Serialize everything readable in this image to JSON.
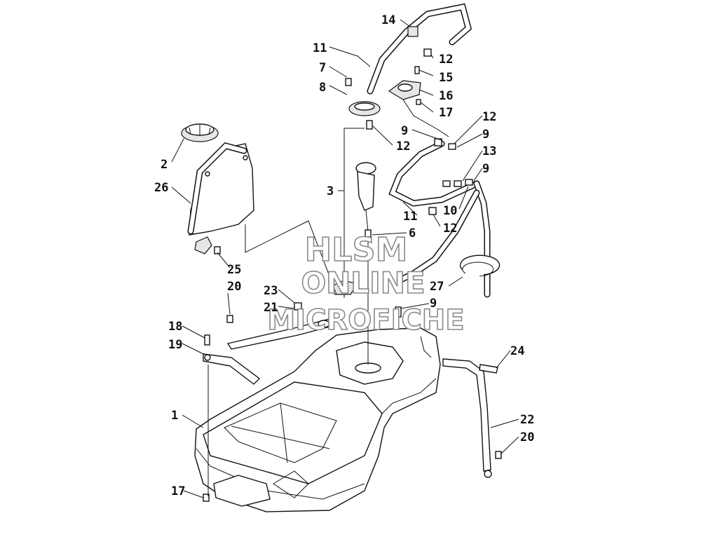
{
  "callouts": {
    "c1": "1",
    "c2": "2",
    "c3": "3",
    "c6": "6",
    "c7": "7",
    "c8": "8",
    "c9a": "9",
    "c9b": "9",
    "c9c": "9",
    "c9d": "9",
    "c10": "10",
    "c11a": "11",
    "c11b": "11",
    "c12a": "12",
    "c12b": "12",
    "c12c": "12",
    "c12d": "12",
    "c13": "13",
    "c14": "14",
    "c15": "15",
    "c16": "16",
    "c17a": "17",
    "c17b": "17",
    "c18": "18",
    "c19": "19",
    "c20a": "20",
    "c20b": "20",
    "c21": "21",
    "c22": "22",
    "c23": "23",
    "c24": "24",
    "c25": "25",
    "c26": "26",
    "c27": "27"
  },
  "watermark": {
    "line1": "HLSM",
    "line2": "ONLINE",
    "line3": "MICROFICHE"
  }
}
